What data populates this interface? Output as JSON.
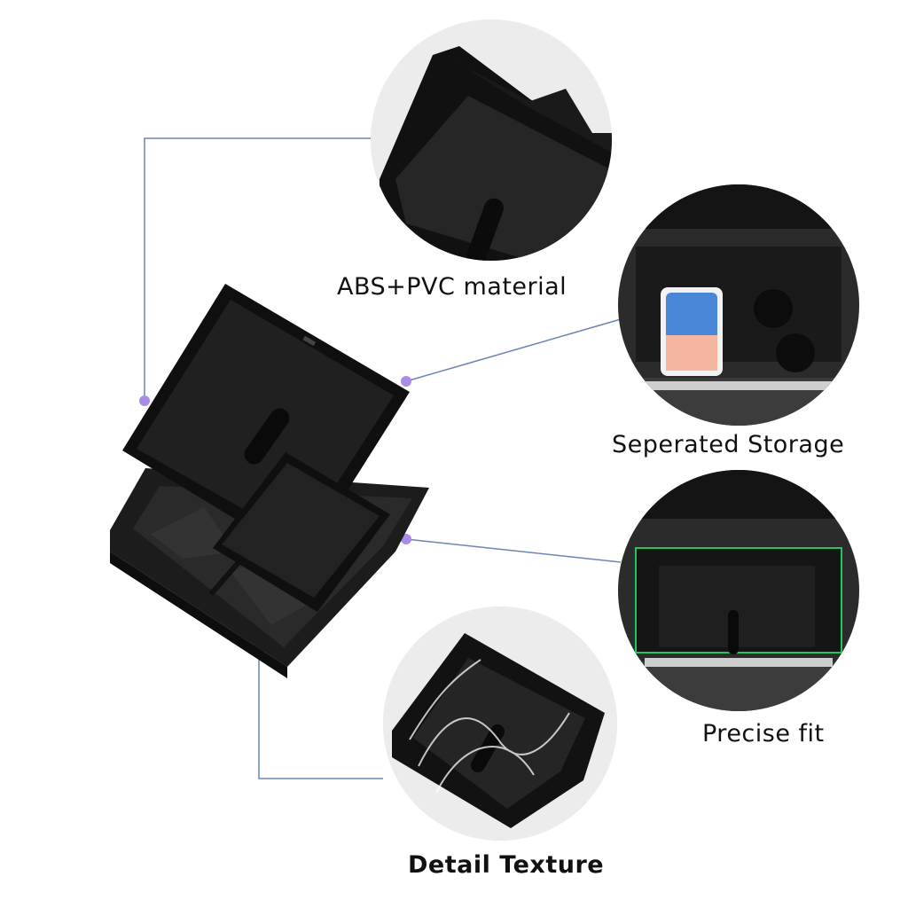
{
  "features": [
    {
      "id": "material",
      "label": "ABS+PVC material"
    },
    {
      "id": "storage",
      "label": "Seperated Storage"
    },
    {
      "id": "fit",
      "label": "Precise fit"
    },
    {
      "id": "texture",
      "label": "Detail Texture"
    }
  ],
  "colors": {
    "connector_line": "#6a86b8",
    "dot": "#a98be8",
    "product_black": "#141414",
    "accent_green": "#22c55e"
  }
}
